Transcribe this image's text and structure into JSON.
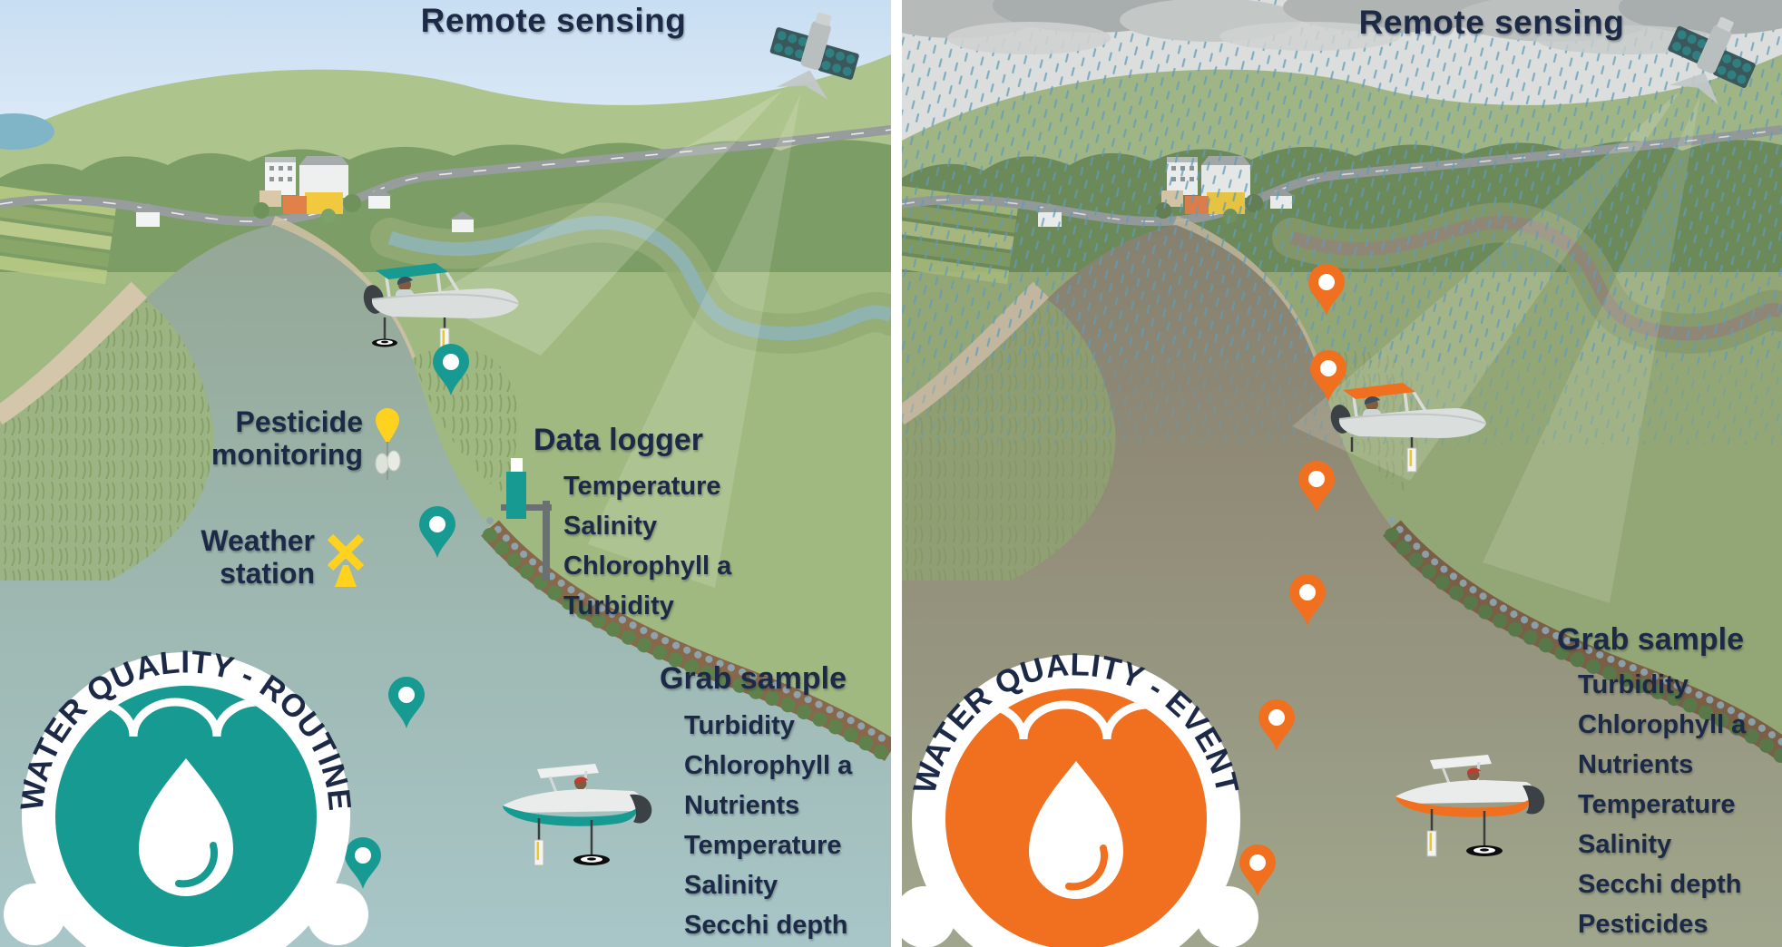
{
  "colors": {
    "navy": "#1d2a47",
    "teal": "#179a92",
    "orange": "#f0701f",
    "yellow": "#ffd21f",
    "water_routine": "#a0c0c2",
    "water_event": "#998f7b",
    "sky_routine": "#cfe2f4",
    "sky_event": "#e4e6e5"
  },
  "icons": [
    "satellite-icon",
    "map-pin-icon",
    "weather-station-icon",
    "pesticide-sampler-icon",
    "data-logger-icon",
    "boat-icon",
    "water-drop-icon",
    "cloud-icon",
    "rain-icon"
  ],
  "panels": [
    {
      "name": "routine",
      "remote_sensing_label": "Remote sensing",
      "pesticide_monitoring": {
        "line1": "Pesticide",
        "line2": "monitoring"
      },
      "weather_station": {
        "line1": "Weather",
        "line2": "station"
      },
      "data_logger": {
        "title": "Data logger",
        "items": [
          "Temperature",
          "Salinity",
          "Chlorophyll a",
          "Turbidity"
        ]
      },
      "grab_sample": {
        "title": "Grab sample",
        "items": [
          "Turbidity",
          "Chlorophyll a",
          "Nutrients",
          "Temperature",
          "Salinity",
          "Secchi depth"
        ]
      },
      "badge": {
        "label": "WATER QUALITY - ROUTINE",
        "color": "#179a92"
      },
      "pin_color": "#1e9d96",
      "pin_count": 4
    },
    {
      "name": "event",
      "remote_sensing_label": "Remote sensing",
      "grab_sample": {
        "title": "Grab sample",
        "items": [
          "Turbidity",
          "Chlorophyll a",
          "Nutrients",
          "Temperature",
          "Salinity",
          "Secchi depth",
          "Pesticides"
        ]
      },
      "badge": {
        "label": "WATER QUALITY - EVENT",
        "color": "#f0701f"
      },
      "pin_color": "#f3701e",
      "pin_count": 6
    }
  ]
}
